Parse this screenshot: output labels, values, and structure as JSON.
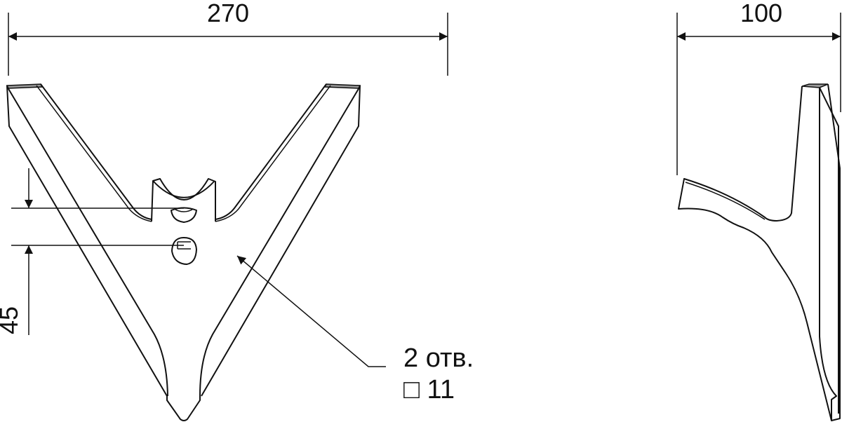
{
  "dimensions": {
    "width_label": "270",
    "depth_label": "100",
    "hole_offset_label": "45"
  },
  "callout": {
    "holes_count": "2 отв.",
    "hole_square_symbol": "□",
    "hole_size": "11"
  },
  "colors": {
    "line": "#111111",
    "background": "#ffffff",
    "edge_fill": "#999999"
  }
}
